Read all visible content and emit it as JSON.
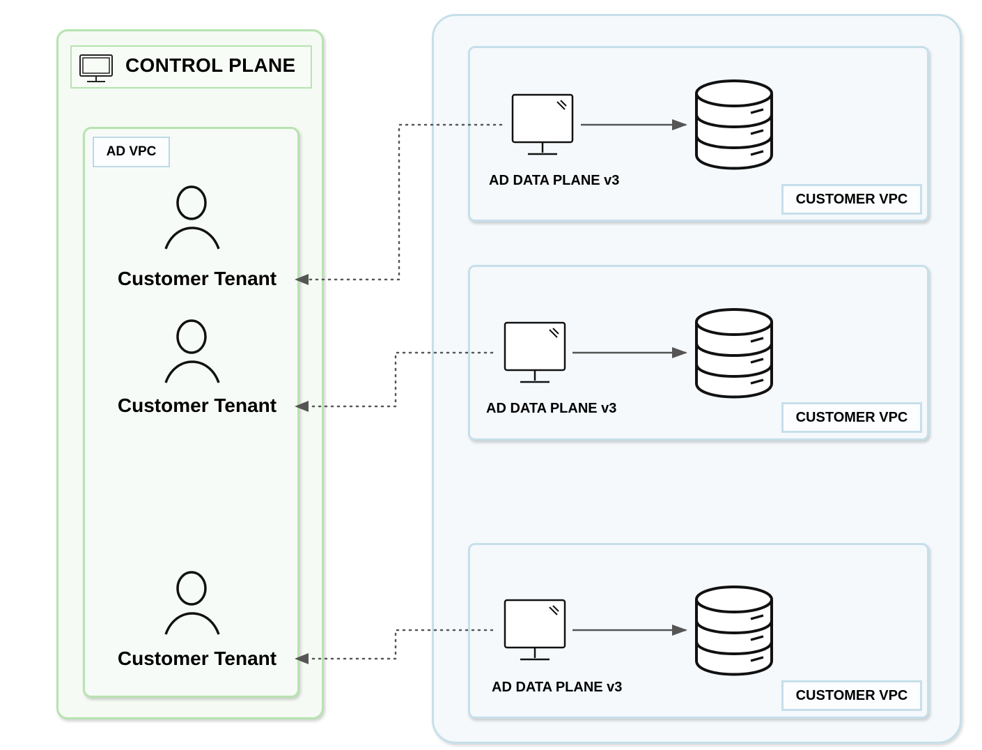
{
  "control_plane": {
    "title": "CONTROL PLANE",
    "icon": "monitor-icon",
    "vpc_label": "AD VPC",
    "tenants": [
      {
        "label": "Customer Tenant",
        "icon": "person-icon"
      },
      {
        "label": "Customer Tenant",
        "icon": "person-icon"
      },
      {
        "label": "Customer Tenant",
        "icon": "person-icon"
      }
    ]
  },
  "data_planes": [
    {
      "label": "AD DATA PLANE v3",
      "vpc_label": "CUSTOMER VPC",
      "icons": [
        "monitor-icon",
        "database-icon"
      ]
    },
    {
      "label": "AD DATA PLANE v3",
      "vpc_label": "CUSTOMER VPC",
      "icons": [
        "monitor-icon",
        "database-icon"
      ]
    },
    {
      "label": "AD DATA PLANE v3",
      "vpc_label": "CUSTOMER VPC",
      "icons": [
        "monitor-icon",
        "database-icon"
      ]
    }
  ],
  "colors": {
    "control_plane_border": "#b7e3b0",
    "data_plane_border": "#c6dfea",
    "connector": "#555555"
  }
}
